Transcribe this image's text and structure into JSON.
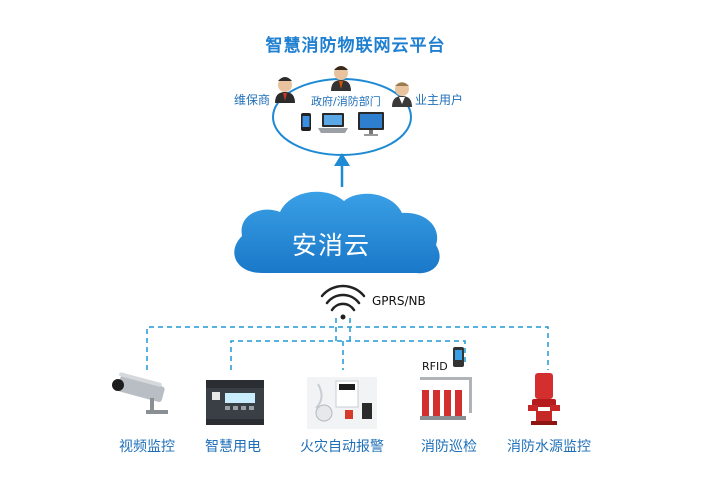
{
  "title": "智慧消防物联网云平台",
  "users": {
    "maintainer": "维保商",
    "government": "政府/消防部门",
    "owner": "业主用户"
  },
  "cloud_label": "安消云",
  "network_label": "GPRS/NB",
  "rfid_label": "RFID",
  "devices": [
    {
      "label": "视频监控",
      "icon": "cctv-camera-icon"
    },
    {
      "label": "智慧用电",
      "icon": "electrical-monitor-icon"
    },
    {
      "label": "火灾自动报警",
      "icon": "fire-alarm-icon"
    },
    {
      "label": "消防巡检",
      "icon": "pump-station-icon"
    },
    {
      "label": "消防水源监控",
      "icon": "fire-pump-icon"
    }
  ],
  "colors": {
    "accent": "#1f7fd0",
    "cloud": "#2a8fd8",
    "dash": "#1e9ad6",
    "ellipse": "#1e8ad4"
  }
}
